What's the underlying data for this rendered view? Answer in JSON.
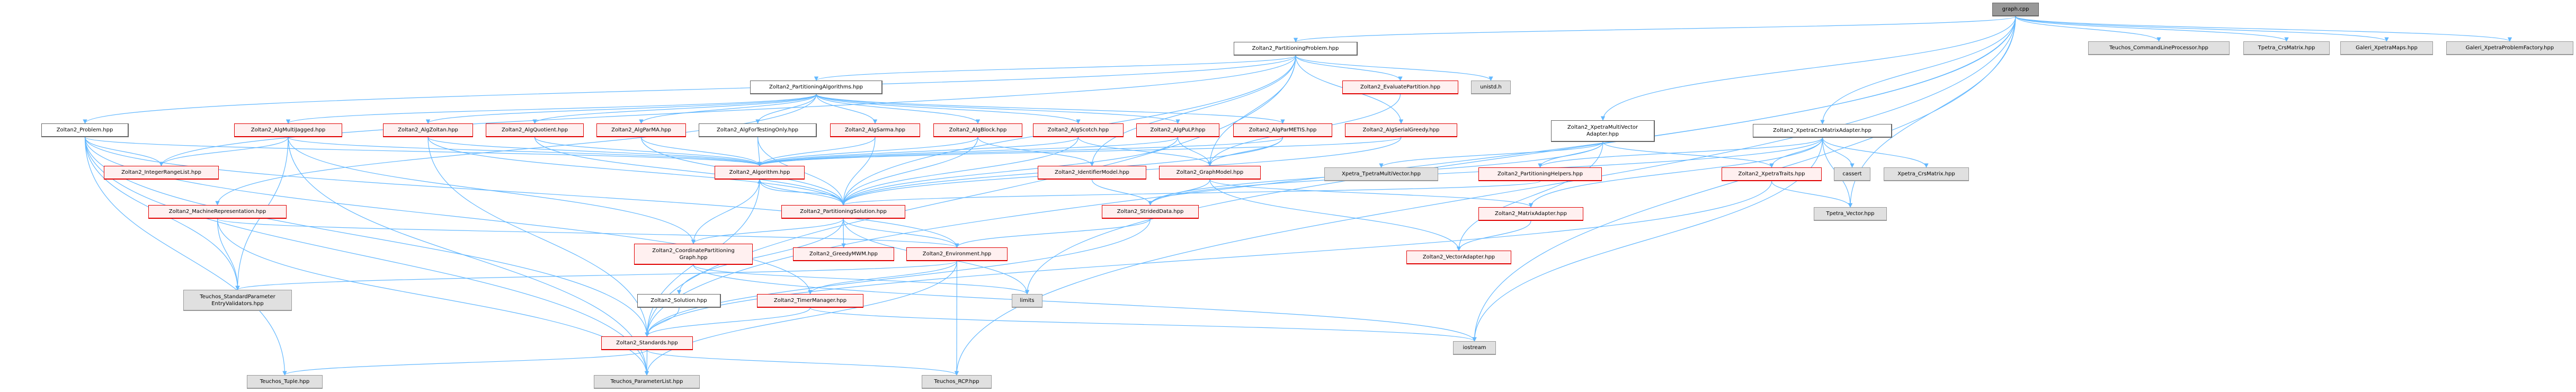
{
  "diagram": {
    "type": "include-dependency-graph",
    "colors": {
      "edge": "#63b8ff",
      "root_fill": "#999999",
      "red_border": "#e00000",
      "red_fill": "#fff0f0",
      "ext_fill": "#e0e0e0"
    },
    "nodes": [
      {
        "id": "graph_cpp",
        "label": "graph.cpp",
        "kind": "root"
      },
      {
        "id": "PartitioningProblem",
        "label": "Zoltan2_PartitioningProblem.hpp",
        "kind": "doc"
      },
      {
        "id": "CommandLineProcessor",
        "label": "Teuchos_CommandLineProcessor.hpp",
        "kind": "ext"
      },
      {
        "id": "TpetraCrsMatrix",
        "label": "Tpetra_CrsMatrix.hpp",
        "kind": "ext"
      },
      {
        "id": "GaleriMaps",
        "label": "Galeri_XpetraMaps.hpp",
        "kind": "ext"
      },
      {
        "id": "GaleriFactory",
        "label": "Galeri_XpetraProblemFactory.hpp",
        "kind": "ext"
      },
      {
        "id": "PartitioningAlgorithms",
        "label": "Zoltan2_PartitioningAlgorithms.hpp",
        "kind": "doc"
      },
      {
        "id": "EvaluatePartition",
        "label": "Zoltan2_EvaluatePartition.hpp",
        "kind": "red"
      },
      {
        "id": "unistd",
        "label": "unistd.h",
        "kind": "ext"
      },
      {
        "id": "Problem",
        "label": "Zoltan2_Problem.hpp",
        "kind": "doc"
      },
      {
        "id": "AlgMultiJagged",
        "label": "Zoltan2_AlgMultiJagged.hpp",
        "kind": "red"
      },
      {
        "id": "AlgZoltan",
        "label": "Zoltan2_AlgZoltan.hpp",
        "kind": "red"
      },
      {
        "id": "AlgQuotient",
        "label": "Zoltan2_AlgQuotient.hpp",
        "kind": "red"
      },
      {
        "id": "AlgParMA",
        "label": "Zoltan2_AlgParMA.hpp",
        "kind": "red"
      },
      {
        "id": "AlgForTestingOnly",
        "label": "Zoltan2_AlgForTestingOnly.hpp",
        "kind": "doc"
      },
      {
        "id": "AlgSarma",
        "label": "Zoltan2_AlgSarma.hpp",
        "kind": "red"
      },
      {
        "id": "AlgBlock",
        "label": "Zoltan2_AlgBlock.hpp",
        "kind": "red"
      },
      {
        "id": "AlgScotch",
        "label": "Zoltan2_AlgScotch.hpp",
        "kind": "red"
      },
      {
        "id": "AlgPuLP",
        "label": "Zoltan2_AlgPuLP.hpp",
        "kind": "red"
      },
      {
        "id": "AlgParMETIS",
        "label": "Zoltan2_AlgParMETIS.hpp",
        "kind": "red"
      },
      {
        "id": "AlgSerialGreedy",
        "label": "Zoltan2_AlgSerialGreedy.hpp",
        "kind": "red"
      },
      {
        "id": "XpetraMultiVectorAdapter",
        "label": "Zoltan2_XpetraMultiVector\nAdapter.hpp",
        "kind": "doc"
      },
      {
        "id": "XpetraCrsMatrixAdapter",
        "label": "Zoltan2_XpetraCrsMatrixAdapter.hpp",
        "kind": "doc"
      },
      {
        "id": "IntegerRangeList",
        "label": "Zoltan2_IntegerRangeList.hpp",
        "kind": "red"
      },
      {
        "id": "Algorithm",
        "label": "Zoltan2_Algorithm.hpp",
        "kind": "red"
      },
      {
        "id": "IdentifierModel",
        "label": "Zoltan2_IdentifierModel.hpp",
        "kind": "red"
      },
      {
        "id": "GraphModel",
        "label": "Zoltan2_GraphModel.hpp",
        "kind": "red"
      },
      {
        "id": "XpetraTpetraMultiVector",
        "label": "Xpetra_TpetraMultiVector.hpp",
        "kind": "ext"
      },
      {
        "id": "PartitioningHelpers",
        "label": "Zoltan2_PartitioningHelpers.hpp",
        "kind": "red"
      },
      {
        "id": "XpetraTraits",
        "label": "Zoltan2_XpetraTraits.hpp",
        "kind": "red"
      },
      {
        "id": "cassert",
        "label": "cassert",
        "kind": "ext"
      },
      {
        "id": "XpetraCrsMatrix",
        "label": "Xpetra_CrsMatrix.hpp",
        "kind": "ext"
      },
      {
        "id": "MachineRepresentation",
        "label": "Zoltan2_MachineRepresentation.hpp",
        "kind": "red"
      },
      {
        "id": "PartitioningSolution",
        "label": "Zoltan2_PartitioningSolution.hpp",
        "kind": "red"
      },
      {
        "id": "StridedData",
        "label": "Zoltan2_StridedData.hpp",
        "kind": "red"
      },
      {
        "id": "MatrixAdapter",
        "label": "Zoltan2_MatrixAdapter.hpp",
        "kind": "red"
      },
      {
        "id": "TpetraVector",
        "label": "Tpetra_Vector.hpp",
        "kind": "ext"
      },
      {
        "id": "CoordinatePartitioningGraph",
        "label": "Zoltan2_CoordinatePartitioning\nGraph.hpp",
        "kind": "red"
      },
      {
        "id": "GreedyMWM",
        "label": "Zoltan2_GreedyMWM.hpp",
        "kind": "red"
      },
      {
        "id": "Environment",
        "label": "Zoltan2_Environment.hpp",
        "kind": "red"
      },
      {
        "id": "VectorAdapter",
        "label": "Zoltan2_VectorAdapter.hpp",
        "kind": "red"
      },
      {
        "id": "StdParamValidators",
        "label": "Teuchos_StandardParameter\nEntryValidators.hpp",
        "kind": "ext"
      },
      {
        "id": "Solution",
        "label": "Zoltan2_Solution.hpp",
        "kind": "doc"
      },
      {
        "id": "TimerManager",
        "label": "Zoltan2_TimerManager.hpp",
        "kind": "red"
      },
      {
        "id": "limits",
        "label": "limits",
        "kind": "ext"
      },
      {
        "id": "Standards",
        "label": "Zoltan2_Standards.hpp",
        "kind": "red"
      },
      {
        "id": "iostream",
        "label": "iostream",
        "kind": "ext"
      },
      {
        "id": "TeuchosTuple",
        "label": "Teuchos_Tuple.hpp",
        "kind": "ext"
      },
      {
        "id": "ParameterList",
        "label": "Teuchos_ParameterList.hpp",
        "kind": "ext"
      },
      {
        "id": "TeuchosRCP",
        "label": "Teuchos_RCP.hpp",
        "kind": "ext"
      }
    ],
    "edges": [
      [
        "graph_cpp",
        "PartitioningProblem"
      ],
      [
        "graph_cpp",
        "CommandLineProcessor"
      ],
      [
        "graph_cpp",
        "TpetraCrsMatrix"
      ],
      [
        "graph_cpp",
        "GaleriMaps"
      ],
      [
        "graph_cpp",
        "GaleriFactory"
      ],
      [
        "graph_cpp",
        "XpetraMultiVectorAdapter"
      ],
      [
        "graph_cpp",
        "XpetraCrsMatrixAdapter"
      ],
      [
        "graph_cpp",
        "iostream"
      ],
      [
        "graph_cpp",
        "limits"
      ],
      [
        "graph_cpp",
        "TpetraVector"
      ],
      [
        "graph_cpp",
        "TeuchosRCP"
      ],
      [
        "graph_cpp",
        "Standards"
      ],
      [
        "PartitioningProblem",
        "PartitioningAlgorithms"
      ],
      [
        "PartitioningProblem",
        "Problem"
      ],
      [
        "PartitioningProblem",
        "EvaluatePartition"
      ],
      [
        "PartitioningProblem",
        "unistd"
      ],
      [
        "PartitioningProblem",
        "IntegerRangeList"
      ],
      [
        "PartitioningProblem",
        "AlgSerialGreedy"
      ],
      [
        "PartitioningProblem",
        "GraphModel"
      ],
      [
        "PartitioningProblem",
        "IdentifierModel"
      ],
      [
        "PartitioningProblem",
        "PartitioningSolution"
      ],
      [
        "PartitioningProblem",
        "Standards"
      ],
      [
        "PartitioningAlgorithms",
        "AlgMultiJagged"
      ],
      [
        "PartitioningAlgorithms",
        "AlgZoltan"
      ],
      [
        "PartitioningAlgorithms",
        "AlgQuotient"
      ],
      [
        "PartitioningAlgorithms",
        "AlgParMA"
      ],
      [
        "PartitioningAlgorithms",
        "AlgForTestingOnly"
      ],
      [
        "PartitioningAlgorithms",
        "AlgSarma"
      ],
      [
        "PartitioningAlgorithms",
        "AlgBlock"
      ],
      [
        "PartitioningAlgorithms",
        "AlgScotch"
      ],
      [
        "PartitioningAlgorithms",
        "AlgPuLP"
      ],
      [
        "PartitioningAlgorithms",
        "AlgParMETIS"
      ],
      [
        "PartitioningAlgorithms",
        "MachineRepresentation"
      ],
      [
        "Problem",
        "IntegerRangeList"
      ],
      [
        "Problem",
        "Algorithm"
      ],
      [
        "Problem",
        "StdParamValidators"
      ],
      [
        "Problem",
        "TimerManager"
      ],
      [
        "Problem",
        "Standards"
      ],
      [
        "Problem",
        "TeuchosTuple"
      ],
      [
        "Problem",
        "ParameterList"
      ],
      [
        "Problem",
        "Environment"
      ],
      [
        "AlgMultiJagged",
        "IntegerRangeList"
      ],
      [
        "AlgMultiJagged",
        "Algorithm"
      ],
      [
        "AlgMultiJagged",
        "StdParamValidators"
      ],
      [
        "AlgMultiJagged",
        "CoordinatePartitioningGraph"
      ],
      [
        "AlgMultiJagged",
        "ParameterList"
      ],
      [
        "AlgZoltan",
        "Algorithm"
      ],
      [
        "AlgZoltan",
        "PartitioningSolution"
      ],
      [
        "AlgZoltan",
        "Standards"
      ],
      [
        "AlgQuotient",
        "Algorithm"
      ],
      [
        "AlgQuotient",
        "PartitioningSolution"
      ],
      [
        "AlgParMA",
        "Algorithm"
      ],
      [
        "AlgParMA",
        "PartitioningSolution"
      ],
      [
        "AlgForTestingOnly",
        "Algorithm"
      ],
      [
        "AlgForTestingOnly",
        "PartitioningSolution"
      ],
      [
        "AlgSarma",
        "Algorithm"
      ],
      [
        "AlgSarma",
        "PartitioningSolution"
      ],
      [
        "AlgBlock",
        "Algorithm"
      ],
      [
        "AlgBlock",
        "PartitioningSolution"
      ],
      [
        "AlgBlock",
        "IdentifierModel"
      ],
      [
        "AlgScotch",
        "Algorithm"
      ],
      [
        "AlgScotch",
        "PartitioningSolution"
      ],
      [
        "AlgScotch",
        "GraphModel"
      ],
      [
        "AlgPuLP",
        "Algorithm"
      ],
      [
        "AlgPuLP",
        "PartitioningSolution"
      ],
      [
        "AlgPuLP",
        "GraphModel"
      ],
      [
        "AlgParMETIS",
        "Algorithm"
      ],
      [
        "AlgParMETIS",
        "PartitioningSolution"
      ],
      [
        "AlgParMETIS",
        "GraphModel"
      ],
      [
        "AlgSerialGreedy",
        "Algorithm"
      ],
      [
        "AlgSerialGreedy",
        "PartitioningSolution"
      ],
      [
        "EvaluatePartition",
        "GraphModel"
      ],
      [
        "XpetraMultiVectorAdapter",
        "XpetraTpetraMultiVector"
      ],
      [
        "XpetraMultiVectorAdapter",
        "PartitioningHelpers"
      ],
      [
        "XpetraMultiVectorAdapter",
        "XpetraTraits"
      ],
      [
        "XpetraMultiVectorAdapter",
        "StridedData"
      ],
      [
        "XpetraMultiVectorAdapter",
        "VectorAdapter"
      ],
      [
        "XpetraCrsMatrixAdapter",
        "PartitioningHelpers"
      ],
      [
        "XpetraCrsMatrixAdapter",
        "XpetraTraits"
      ],
      [
        "XpetraCrsMatrixAdapter",
        "cassert"
      ],
      [
        "XpetraCrsMatrixAdapter",
        "XpetraCrsMatrix"
      ],
      [
        "XpetraCrsMatrixAdapter",
        "MatrixAdapter"
      ],
      [
        "XpetraCrsMatrixAdapter",
        "TpetraVector"
      ],
      [
        "XpetraCrsMatrixAdapter",
        "StridedData"
      ],
      [
        "XpetraCrsMatrixAdapter",
        "iostream"
      ],
      [
        "XpetraTraits",
        "TpetraVector"
      ],
      [
        "XpetraTraits",
        "Standards"
      ],
      [
        "Algorithm",
        "PartitioningSolution"
      ],
      [
        "Algorithm",
        "CoordinatePartitioningGraph"
      ],
      [
        "Algorithm",
        "Standards"
      ],
      [
        "IdentifierModel",
        "StridedData"
      ],
      [
        "GraphModel",
        "StridedData"
      ],
      [
        "GraphModel",
        "MatrixAdapter"
      ],
      [
        "GraphModel",
        "VectorAdapter"
      ],
      [
        "PartitioningHelpers",
        "PartitioningSolution"
      ],
      [
        "PartitioningSolution",
        "Algorithm"
      ],
      [
        "PartitioningSolution",
        "CoordinatePartitioningGraph"
      ],
      [
        "PartitioningSolution",
        "GreedyMWM"
      ],
      [
        "PartitioningSolution",
        "Environment"
      ],
      [
        "PartitioningSolution",
        "Solution"
      ],
      [
        "PartitioningSolution",
        "limits"
      ],
      [
        "MachineRepresentation",
        "StdParamValidators"
      ],
      [
        "MachineRepresentation",
        "Environment"
      ],
      [
        "MachineRepresentation",
        "ParameterList"
      ],
      [
        "StridedData",
        "Environment"
      ],
      [
        "StridedData",
        "Standards"
      ],
      [
        "MatrixAdapter",
        "VectorAdapter"
      ],
      [
        "CoordinatePartitioningGraph",
        "limits"
      ],
      [
        "CoordinatePartitioningGraph",
        "iostream"
      ],
      [
        "Environment",
        "StdParamValidators"
      ],
      [
        "Environment",
        "TimerManager"
      ],
      [
        "Environment",
        "ParameterList"
      ],
      [
        "Environment",
        "TeuchosRCP"
      ],
      [
        "Solution",
        "Standards"
      ],
      [
        "TimerManager",
        "Standards"
      ],
      [
        "TimerManager",
        "iostream"
      ],
      [
        "Standards",
        "TeuchosTuple"
      ],
      [
        "Standards",
        "ParameterList"
      ],
      [
        "Standards",
        "TeuchosRCP"
      ]
    ]
  }
}
